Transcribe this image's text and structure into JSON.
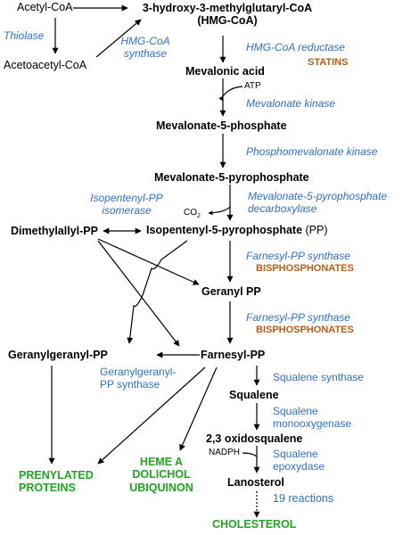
{
  "molecules": {
    "acetyl_coa": "Acetyl-CoA",
    "acetoacetyl_coa": "Acetoacetyl-CoA",
    "hmg_coa_line1": "3-hydroxy-3-methylglutaryl-CoA",
    "hmg_coa_line2": "(HMG-CoA)",
    "mevalonic_acid": "Mevalonic acid",
    "mevalonate_5p": "Mevalonate-5-phosphate",
    "mevalonate_5pp": "Mevalonate-5-pyrophosphate",
    "dimethylallyl_pp": "Dimethylallyl-PP",
    "isopentenyl_pp": "Isopentenyl-5-pyrophosphate",
    "isopentenyl_pp_suffix": "(PP)",
    "geranyl_pp": "Geranyl PP",
    "geranylgeranyl_pp": "Geranylgeranyl-PP",
    "farnesyl_pp": "Farnesyl-PP",
    "squalene": "Squalene",
    "oxidosqualene": "2,3 oxidosqualene",
    "lanosterol": "Lanosterol"
  },
  "enzymes": {
    "thiolase": "Thiolase",
    "hmg_synthase_line1": "HMG-CoA",
    "hmg_synthase_line2": "synthase",
    "hmg_reductase": "HMG-CoA reductase",
    "mevalonate_kinase": "Mevalonate kinase",
    "phosphomevalonate_kinase": "Phosphomevalonate kinase",
    "isomerase_line1": "Isopentenyl-PP",
    "isomerase_line2": "isomerase",
    "decarboxylase_line1": "Mevalonate-5-pyrophosphate",
    "decarboxylase_line2": "decarboxylase",
    "farnesyl_synthase_1": "Farnesyl-PP synthase",
    "farnesyl_synthase_2": "Farnesyl-PP synthase",
    "ggpp_synthase_line1": "Geranylgeranyl-",
    "ggpp_synthase_line2": "PP synthase",
    "squalene_synthase": "Squalene synthase",
    "monooxygenase_line1": "Squalene",
    "monooxygenase_line2": "monooxygenase",
    "epoxydase_line1": "Squalene",
    "epoxydase_line2": "epoxydase",
    "nineteen_reactions": "19 reactions"
  },
  "drugs": {
    "statins": "STATINS",
    "bisphosphonates_1": "BISPHOSPHONATES",
    "bisphosphonates_2": "BISPHOSPHONATES"
  },
  "cofactors": {
    "atp": "ATP",
    "co2": "CO",
    "co2_sub": "2",
    "nadph": "NADPH"
  },
  "products": {
    "prenylated_line1": "PRENYLATED",
    "prenylated_line2": "PROTEINS",
    "heme_line1": "HEME A",
    "heme_line2": "DOLICHOL",
    "heme_line3": "UBIQUINON",
    "cholesterol": "CHOLESTEROL"
  },
  "colors": {
    "enzyme": "#2f6fd8",
    "drug": "#c45a10",
    "product": "#1da81d",
    "molecule": "#000000"
  }
}
